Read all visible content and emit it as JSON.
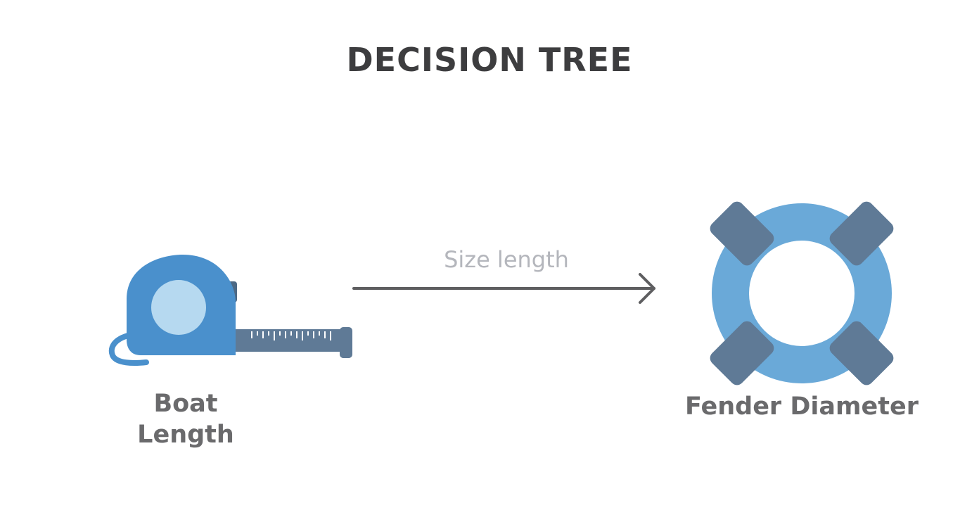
{
  "diagram": {
    "title": "DECISION TREE",
    "nodes": [
      {
        "id": "boat",
        "label_line1": "Boat",
        "label_line2": "Length",
        "icon": "tape-measure-icon"
      },
      {
        "id": "fender",
        "label": "Fender Diameter",
        "icon": "life-ring-icon"
      }
    ],
    "edge": {
      "from": "boat",
      "to": "fender",
      "label": "Size length"
    }
  },
  "colors": {
    "primary_blue": "#4a90cc",
    "light_blue": "#6aa9d8",
    "slate": "#5f7a96",
    "title": "#3d3d3f",
    "label": "#6a6a6c",
    "edge_label": "#b4b6bc",
    "arrow": "#5e5e60"
  }
}
